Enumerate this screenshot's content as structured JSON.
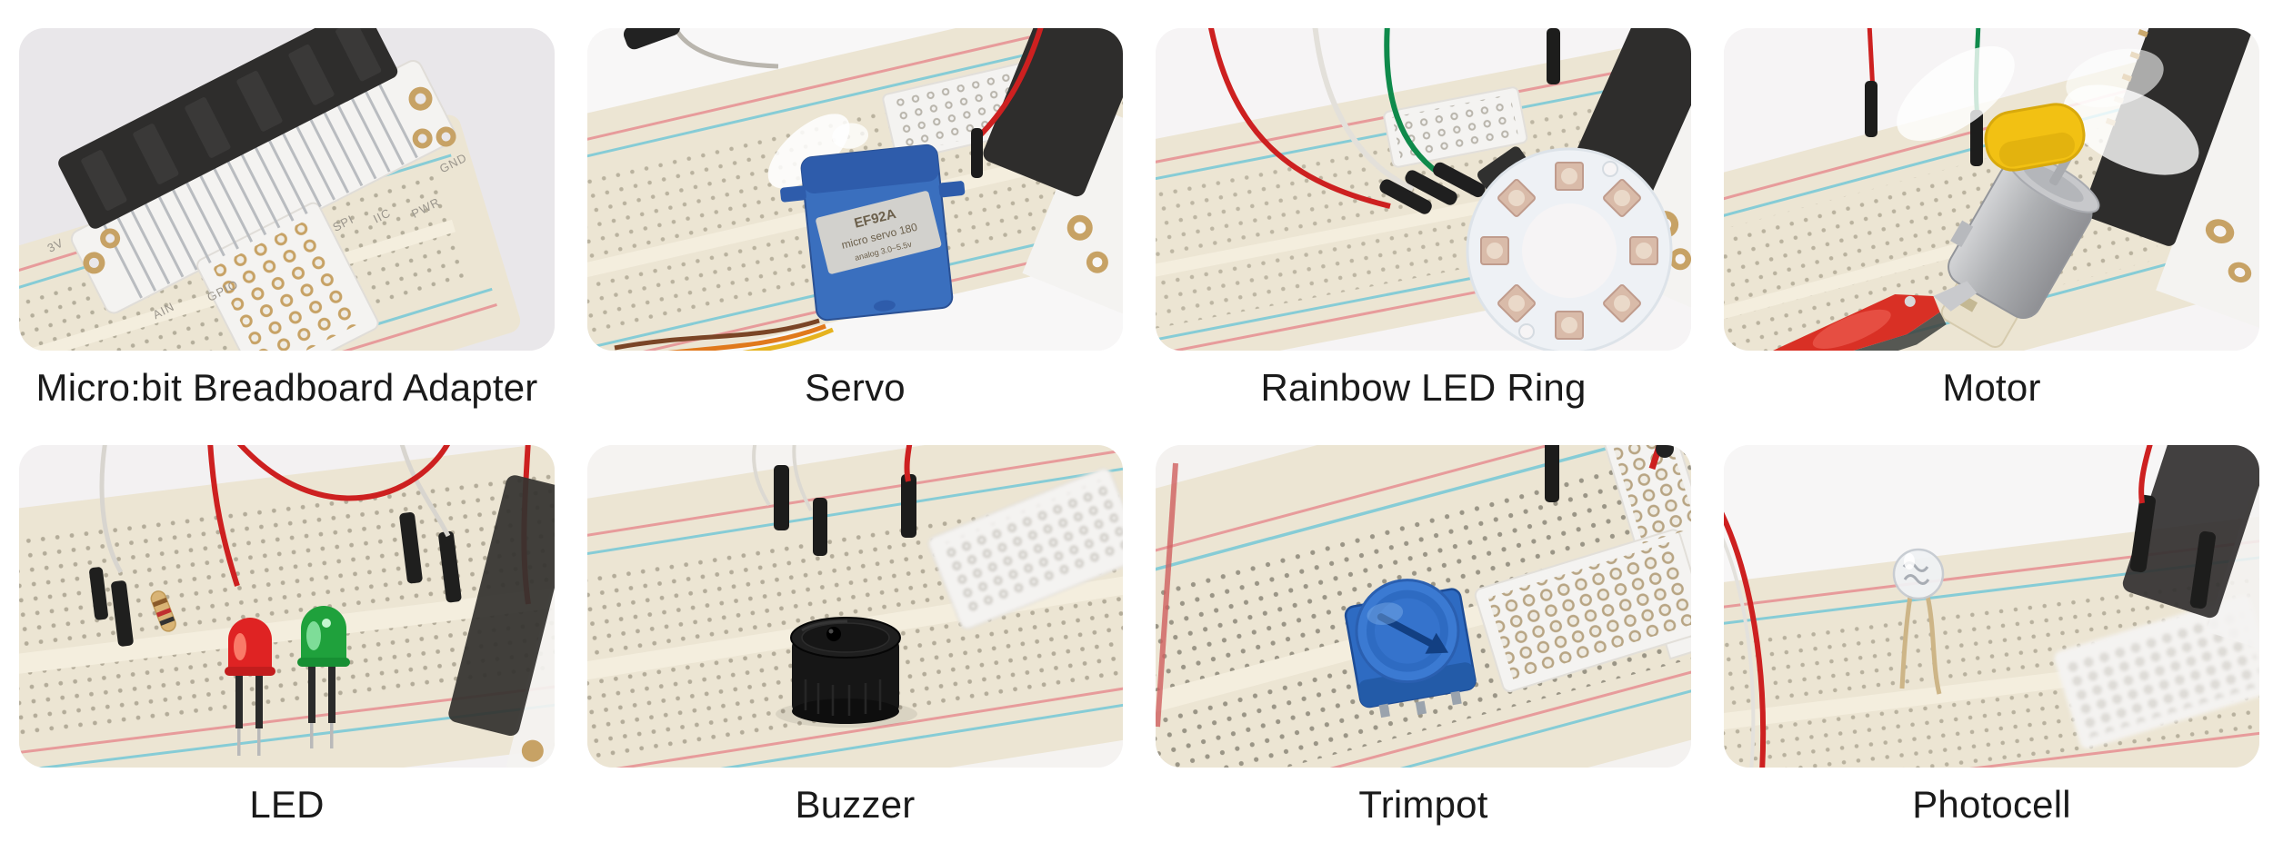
{
  "page": {
    "background": "#ffffff",
    "caption_color": "#1a1a1a"
  },
  "colors": {
    "card-bg": "#f3f1f3",
    "board": "#ece5d3",
    "board-groove": "#f4eede",
    "dot": "#97907c",
    "rail-red": "#e79b9b",
    "rail-teal": "#86ccd6",
    "pcb-white": "#f4f3f1",
    "gold": "#c7a265",
    "connector-black": "#2e2d2c",
    "wire-red": "#cd2020",
    "wire-green": "#0f8a4b",
    "wire-white": "#e3e0da",
    "servo-blue": "#3a6fbe",
    "trimpot-blue": "#2e6bc2",
    "led-red": "#df2323",
    "led-green": "#1fa13c",
    "propeller-yellow": "#f2c113",
    "clip-red": "#d93025",
    "motor-silver": "#b9babd",
    "buzzer-black": "#161616"
  },
  "cards": [
    {
      "caption": "Micro:bit Breadboard Adapter",
      "pcb_labels": {
        "v3": "3V",
        "ain": "AIN",
        "gpio": "GPIO",
        "spi": "SPI",
        "iic": "IIC",
        "pwr": "PWR",
        "gnd": "GND"
      }
    },
    {
      "caption": "Servo",
      "label": {
        "model": "EF92A",
        "type": "micro servo 180",
        "spec": "analog 3.0~5.5v"
      }
    },
    {
      "caption": "Rainbow LED Ring"
    },
    {
      "caption": "Motor"
    },
    {
      "caption": "LED"
    },
    {
      "caption": "Buzzer"
    },
    {
      "caption": "Trimpot"
    },
    {
      "caption": "Photocell"
    }
  ]
}
